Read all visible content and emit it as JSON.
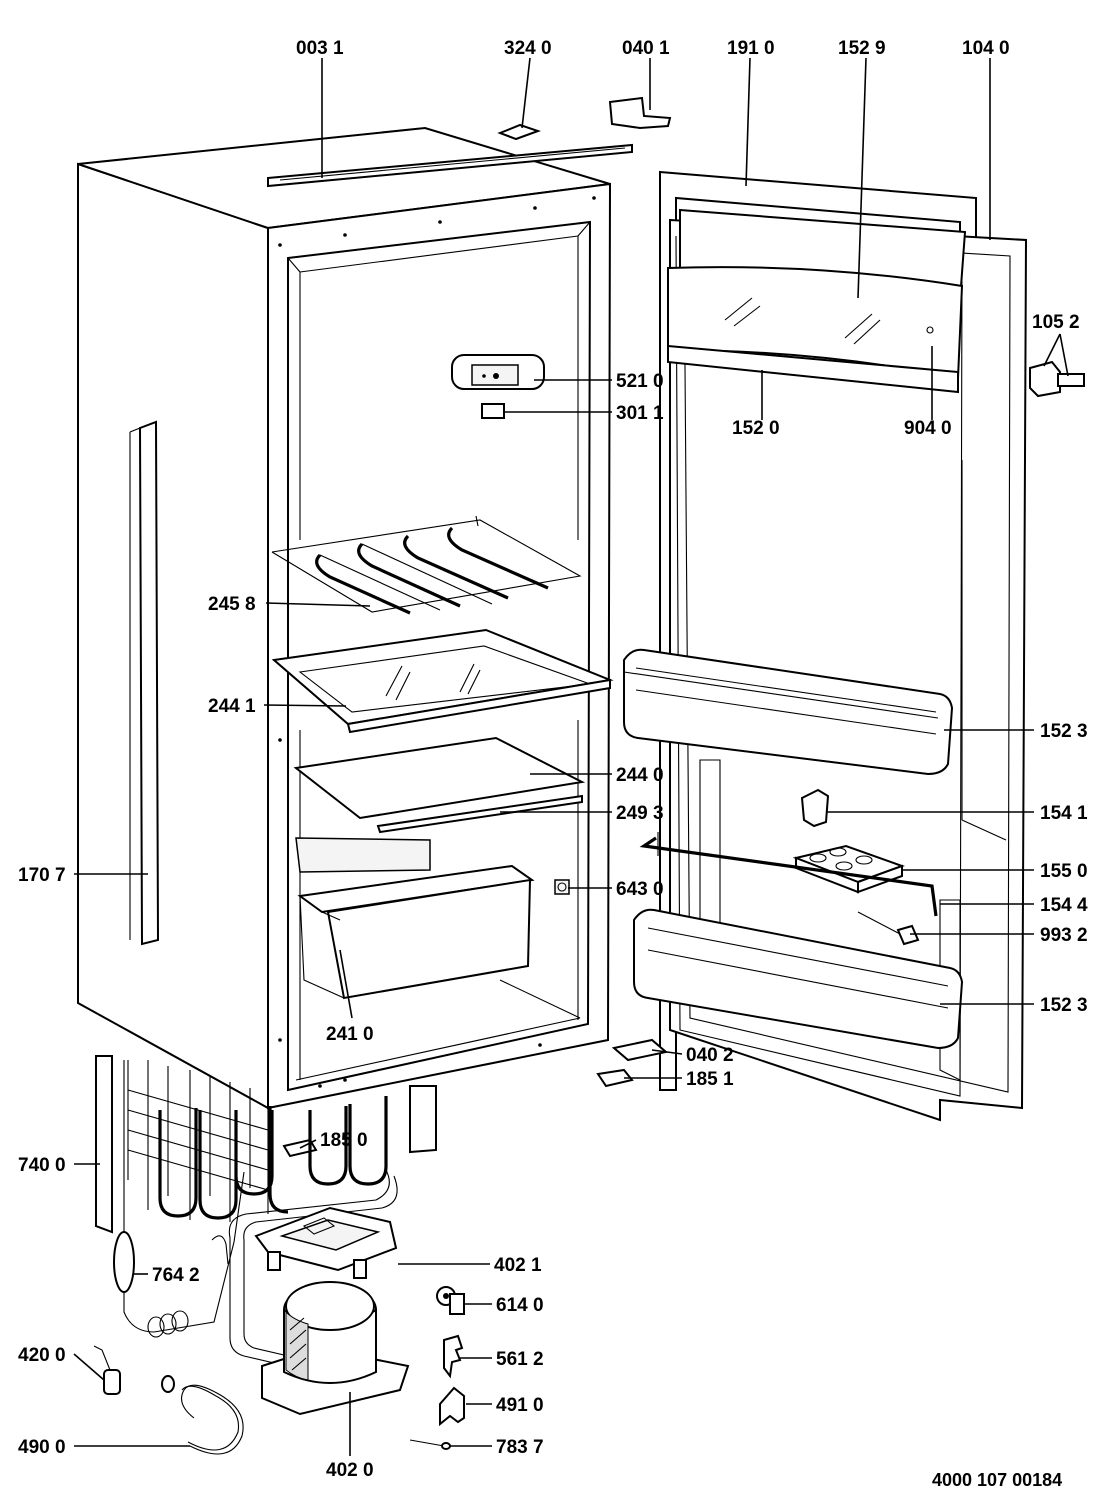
{
  "drawing": {
    "document_number": "4000 107 00184",
    "callouts": [
      {
        "id": "003_1",
        "text": "003 1"
      },
      {
        "id": "324_0",
        "text": "324 0"
      },
      {
        "id": "040_1",
        "text": "040 1"
      },
      {
        "id": "191_0",
        "text": "191 0"
      },
      {
        "id": "152_9",
        "text": "152 9"
      },
      {
        "id": "104_0",
        "text": "104 0"
      },
      {
        "id": "105_2",
        "text": "105 2"
      },
      {
        "id": "521_0",
        "text": "521 0"
      },
      {
        "id": "301_1",
        "text": "301 1"
      },
      {
        "id": "152_0",
        "text": "152 0"
      },
      {
        "id": "904_0",
        "text": "904 0"
      },
      {
        "id": "245_8",
        "text": "245 8"
      },
      {
        "id": "244_1",
        "text": "244 1"
      },
      {
        "id": "152_3a",
        "text": "152 3"
      },
      {
        "id": "244_0",
        "text": "244 0"
      },
      {
        "id": "249_3",
        "text": "249 3"
      },
      {
        "id": "154_1",
        "text": "154 1"
      },
      {
        "id": "170_7",
        "text": "170 7"
      },
      {
        "id": "643_0",
        "text": "643 0"
      },
      {
        "id": "155_0",
        "text": "155 0"
      },
      {
        "id": "154_4",
        "text": "154 4"
      },
      {
        "id": "993_2",
        "text": "993 2"
      },
      {
        "id": "241_0",
        "text": "241 0"
      },
      {
        "id": "152_3b",
        "text": "152 3"
      },
      {
        "id": "040_2",
        "text": "040 2"
      },
      {
        "id": "185_1",
        "text": "185 1"
      },
      {
        "id": "185_0",
        "text": "185 0"
      },
      {
        "id": "740_0",
        "text": "740 0"
      },
      {
        "id": "402_1",
        "text": "402 1"
      },
      {
        "id": "764_2",
        "text": "764 2"
      },
      {
        "id": "614_0",
        "text": "614 0"
      },
      {
        "id": "561_2",
        "text": "561 2"
      },
      {
        "id": "420_0",
        "text": "420 0"
      },
      {
        "id": "491_0",
        "text": "491 0"
      },
      {
        "id": "490_0",
        "text": "490 0"
      },
      {
        "id": "783_7",
        "text": "783 7"
      },
      {
        "id": "402_0",
        "text": "402 0"
      }
    ]
  }
}
